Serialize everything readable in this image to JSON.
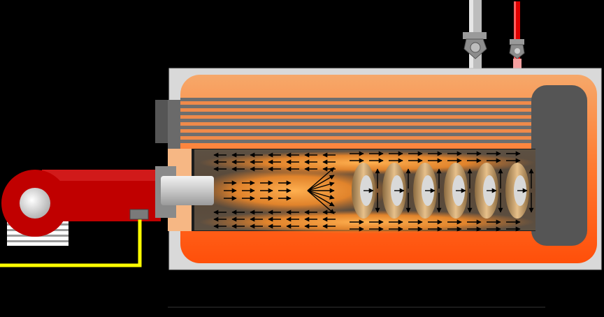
{
  "colors": {
    "background": "#000000",
    "shell": "#d9d9d9",
    "water_jacket_top": "#f6a86a",
    "water_jacket_bottom": "#ff4f0a",
    "combustion_glow": "#d9832e",
    "flue_tubes": "#6e6e6e",
    "rear_chamber": "#555555",
    "burner": "#c00000",
    "fuel_line": "#ffff00",
    "hot_water_pipe": "#e00000",
    "return_pipe": "#bdbdbd"
  },
  "icons": [
    "burner-fan-icon",
    "gate-valve-icon",
    "safety-valve-icon",
    "arrow-icon",
    "pressure-gauge-icon"
  ],
  "flow": {
    "tube_pass_rows": 9,
    "furnace_forward_rows": 3,
    "turbulator_rings": 6
  }
}
